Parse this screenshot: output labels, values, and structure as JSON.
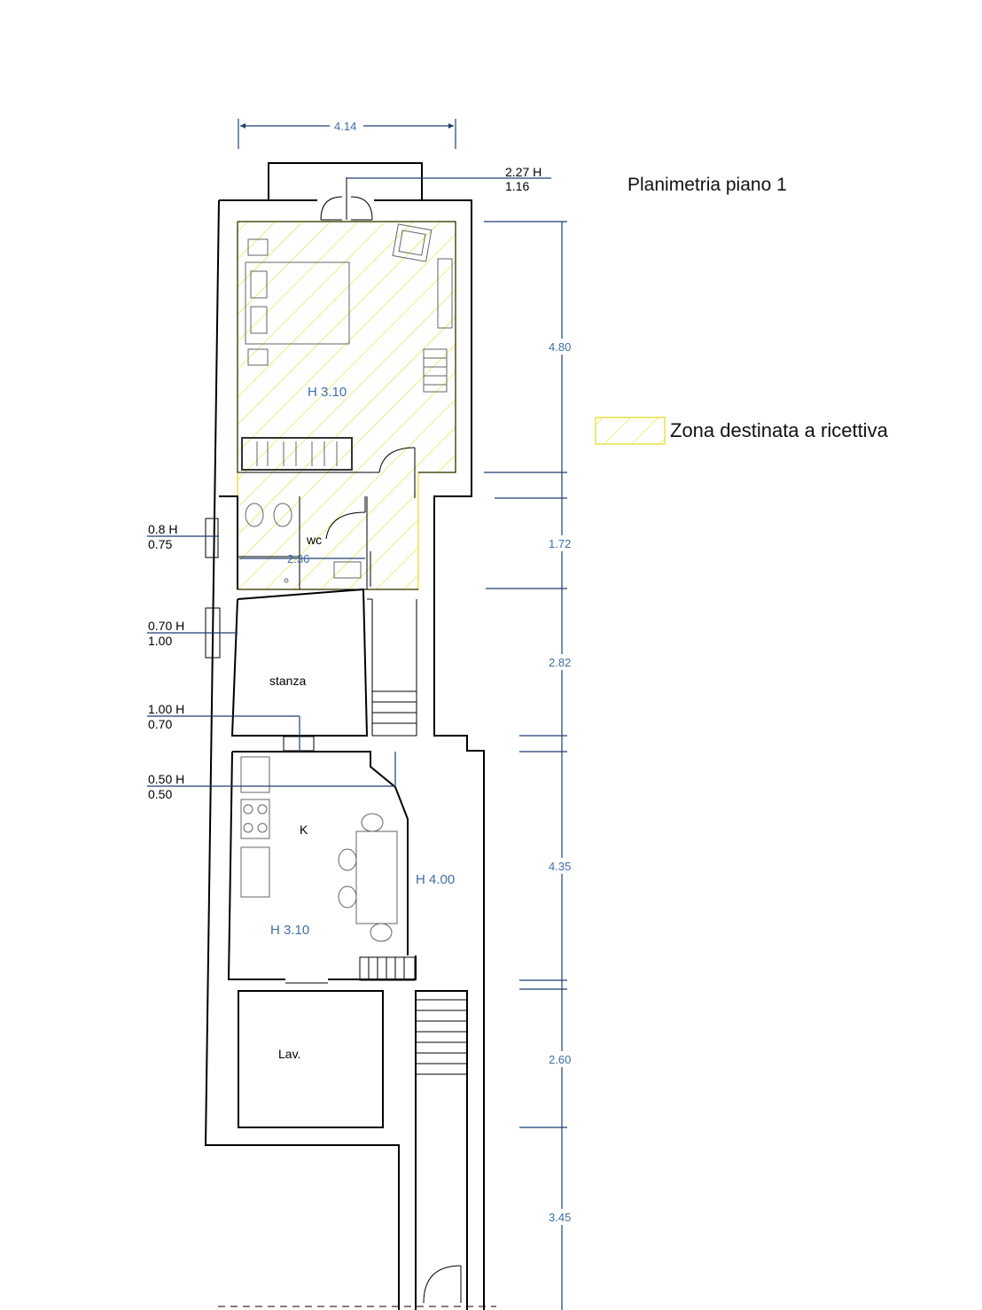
{
  "title": "Planimetria piano 1",
  "legend": {
    "label": "Zona destinata a ricettiva",
    "color": "#f2ee5a"
  },
  "rooms": {
    "bedroom_height": "H 3.10",
    "wc": "wc",
    "stanza": "stanza",
    "kitchen": "K",
    "kitchen_height": "H 3.10",
    "hall_height": "H 4.00",
    "laundry": "Lav."
  },
  "dimensions": {
    "top_width": "4.14",
    "wc_width": "2.36",
    "right": [
      "4.80",
      "1.72",
      "2.82",
      "4.35",
      "2.60",
      "3.45"
    ]
  },
  "openings": [
    {
      "h": "2.27 H",
      "w": "1.16"
    },
    {
      "h": "0.8 H",
      "w": "0.75"
    },
    {
      "h": "0.70 H",
      "w": "1.00"
    },
    {
      "h": "1.00 H",
      "w": "0.70"
    },
    {
      "h": "0.50 H",
      "w": "0.50"
    }
  ]
}
